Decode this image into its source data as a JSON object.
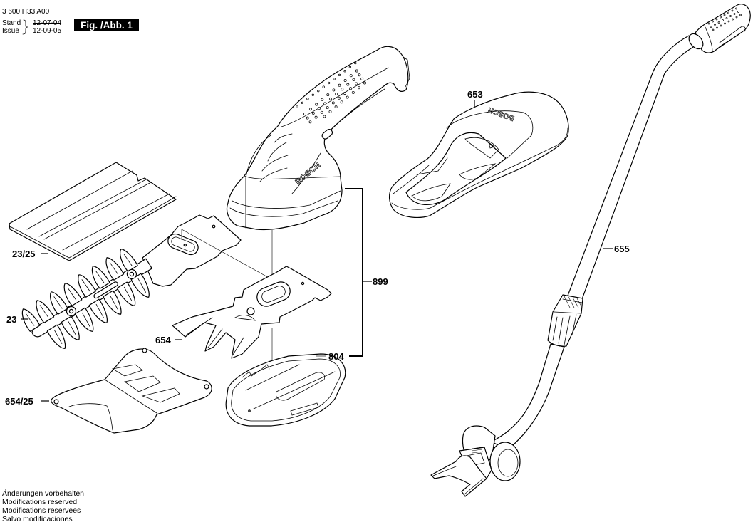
{
  "header": {
    "document_number": "3 600 H33 A00",
    "stand_label": "Stand",
    "issue_label": "Issue",
    "stand_date": "12-07-04",
    "issue_date": "12-09-05",
    "figure_label": "Fig. /Abb. 1"
  },
  "brand_marks": {
    "tool_body": "BOSCH",
    "storage_case": "BOSCH"
  },
  "callouts": [
    {
      "label": "653"
    },
    {
      "label": "655"
    },
    {
      "label": "23/25"
    },
    {
      "label": "23"
    },
    {
      "label": "654"
    },
    {
      "label": "899"
    },
    {
      "label": "804"
    },
    {
      "label": "654/25"
    }
  ],
  "footer": {
    "lines": [
      "Änderungen vorbehalten",
      "Modifications reserved",
      "Modifications reservees",
      "Salvo modificaciones"
    ]
  }
}
